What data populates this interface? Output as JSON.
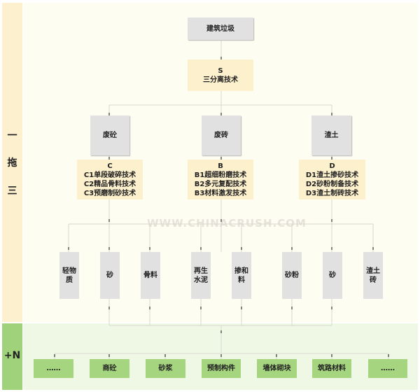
{
  "side": {
    "top_labels": [
      "一",
      "拖",
      "三"
    ],
    "bottom_label": "+N"
  },
  "watermark": "WWW.CHINACRUSH.COM",
  "root": "建筑垃圾",
  "separation": {
    "code": "S",
    "name": "三分离技术"
  },
  "materials": [
    "废砼",
    "废砖",
    "渣土"
  ],
  "techs": [
    {
      "code": "C",
      "lines": [
        "C1单段破碎技术",
        "C2精品骨料技术",
        "C3预磨制砂技术"
      ]
    },
    {
      "code": "B",
      "lines": [
        "B1超细粉磨技术",
        "B2多元复配技术",
        "B3材料激发技术"
      ]
    },
    {
      "code": "D",
      "lines": [
        "D1渣土掺砂技术",
        "D2砂粉制备技术",
        "D3渣土制砖技术"
      ]
    }
  ],
  "products": [
    "轻物质",
    "砂",
    "骨料",
    "再生\n水泥",
    "掺和料",
    "砂粉",
    "砂",
    "渣土砖"
  ],
  "applications": [
    "……",
    "商砼",
    "砂浆",
    "预制构件",
    "墙体砌块",
    "筑路材料",
    "……"
  ]
}
